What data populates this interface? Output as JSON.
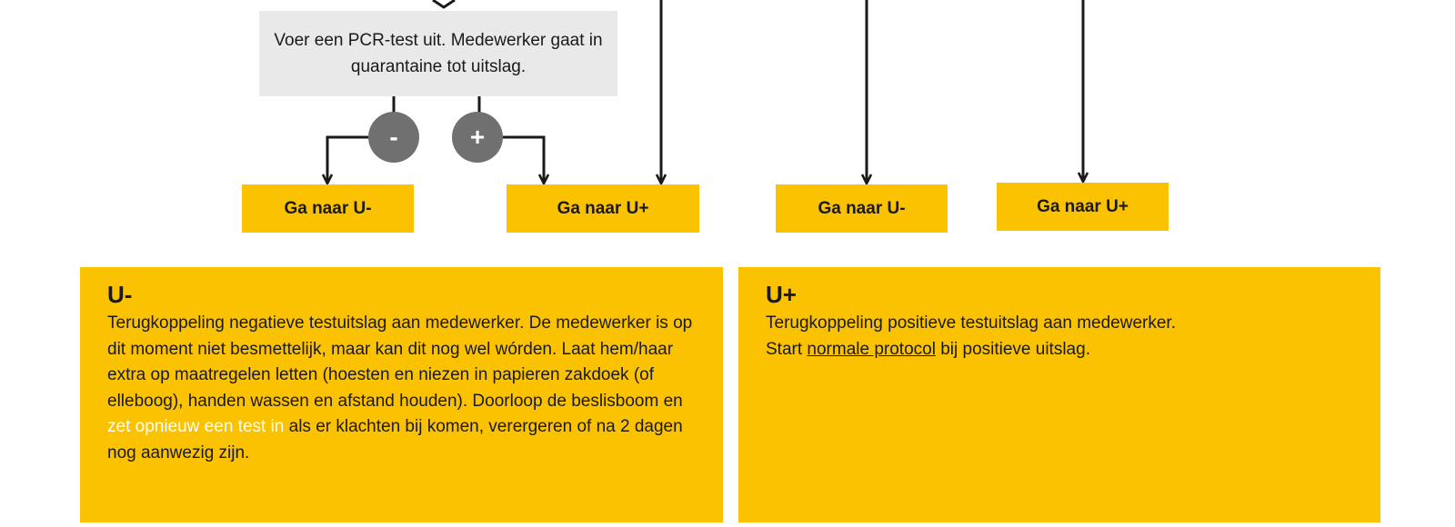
{
  "pcr_box": {
    "text": "Voer een PCR-test uit. Medewerker gaat  in quarantaine tot uitslag."
  },
  "result_signs": {
    "negative": "-",
    "positive": "+"
  },
  "goto_boxes": [
    {
      "label": "Ga naar U-"
    },
    {
      "label": "Ga naar U+"
    },
    {
      "label": "Ga naar U-"
    },
    {
      "label": "Ga naar U+"
    }
  ],
  "panel_negative": {
    "title": "U-",
    "text_before": "Terugkoppeling negatieve testuitslag aan medewerker. De medewerker is op dit moment niet besmettelijk, maar kan dit nog wel wórden. Laat hem/haar extra op maatregelen letten (hoesten en niezen in papieren zakdoek (of elleboog), handen wassen en afstand houden). Doorloop de beslisboom en ",
    "link": "zet opnieuw een test in",
    "text_after": " als er klachten bij komen, verergeren of na 2 dagen nog aanwezig zijn."
  },
  "panel_positive": {
    "line1": "Terugkoppeling positieve testuitslag aan medewerker.",
    "line2_before": "Start ",
    "link": "normale protocol",
    "line2_after": " bij positieve uitslag."
  },
  "colors": {
    "accent_yellow": "#fbc201",
    "box_grey": "#e9e9e9",
    "circle_grey": "#707070",
    "line": "#1a1a1a"
  }
}
